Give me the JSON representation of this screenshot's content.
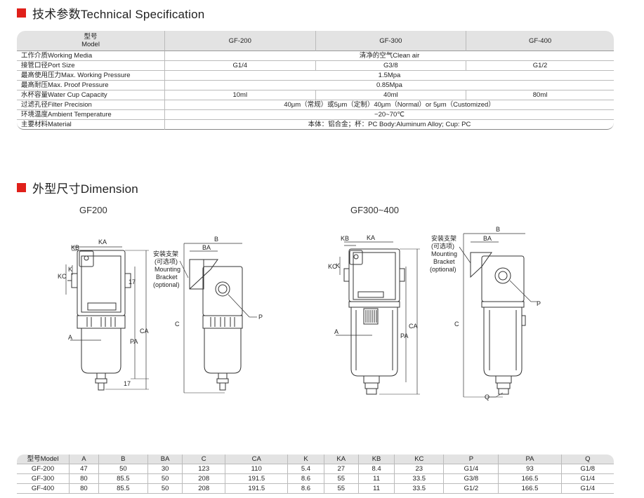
{
  "spec_section": {
    "title": "技术参数Technical Specification"
  },
  "spec_table": {
    "header": {
      "model_label": "型号",
      "model_label_en": "Model",
      "models": [
        "GF-200",
        "GF-300",
        "GF-400"
      ]
    },
    "rows": [
      {
        "label": "工作介质Working Media",
        "span": "清净的空气Clean air"
      },
      {
        "label": "接管口径Port Size",
        "values": [
          "G1/4",
          "G3/8",
          "G1/2"
        ]
      },
      {
        "label": "最高使用压力Max. Working Pressure",
        "span": "1.5Mpa"
      },
      {
        "label": "最高耐压Max. Proof Pressure",
        "span": "0.85Mpa"
      },
      {
        "label": "水杯容量Water Cup Capacity",
        "values": [
          "10ml",
          "40ml",
          "80ml"
        ]
      },
      {
        "label": "过滤孔径Filter Precision",
        "span": "40μm（常规）或5μm（定制）40μm（Normal）or 5μm（Customized）"
      },
      {
        "label": "环境温度Ambient Temperature",
        "span": "−20~70℃"
      },
      {
        "label": "主要材料Material",
        "span": "本体：铝合金；杯：PC Body:Aluminum Alloy; Cup: PC"
      }
    ]
  },
  "dim_section": {
    "title": "外型尺寸Dimension"
  },
  "drawings": {
    "gf200_title": "GF200",
    "gf300_title": "GF300~400",
    "bracket_cn": "安装支架",
    "bracket_opt_cn": "(可选项)",
    "bracket_en": "Mounting",
    "bracket_en2": "Bracket",
    "bracket_en3": "(optional)",
    "labels": {
      "KB": "KB",
      "KA": "KA",
      "K": "K",
      "KC": "KC",
      "A": "A",
      "PA": "PA",
      "CA": "CA",
      "B": "B",
      "BA": "BA",
      "C": "C",
      "P": "P",
      "Q": "Q",
      "d17": "17"
    }
  },
  "dim_table": {
    "headers": [
      "型号Model",
      "A",
      "B",
      "BA",
      "C",
      "CA",
      "K",
      "KA",
      "KB",
      "KC",
      "P",
      "PA",
      "Q"
    ],
    "rows": [
      [
        "GF-200",
        "47",
        "50",
        "30",
        "123",
        "110",
        "5.4",
        "27",
        "8.4",
        "23",
        "G1/4",
        "93",
        "G1/8"
      ],
      [
        "GF-300",
        "80",
        "85.5",
        "50",
        "208",
        "191.5",
        "8.6",
        "55",
        "11",
        "33.5",
        "G3/8",
        "166.5",
        "G1/4"
      ],
      [
        "GF-400",
        "80",
        "85.5",
        "50",
        "208",
        "191.5",
        "8.6",
        "55",
        "11",
        "33.5",
        "G1/2",
        "166.5",
        "G1/4"
      ]
    ]
  }
}
